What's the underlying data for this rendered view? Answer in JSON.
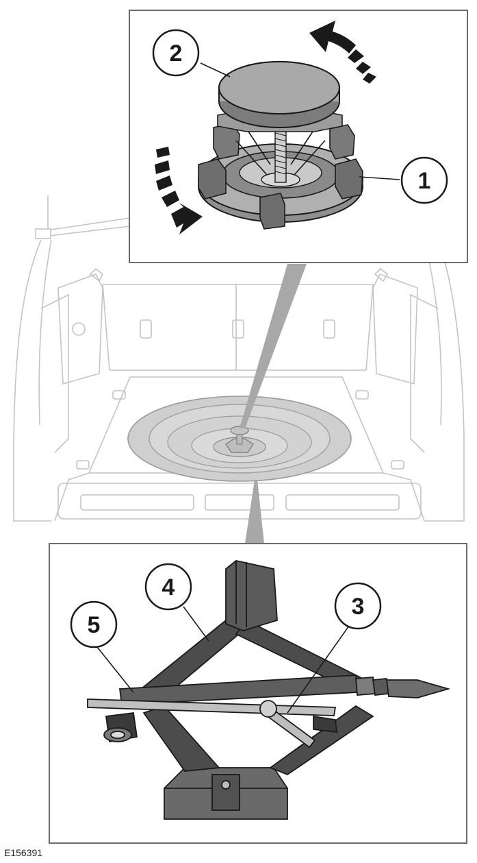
{
  "callouts": [
    {
      "id": "callout-1",
      "label": "1"
    },
    {
      "id": "callout-2",
      "label": "2"
    },
    {
      "id": "callout-3",
      "label": "3"
    },
    {
      "id": "callout-4",
      "label": "4"
    },
    {
      "id": "callout-5",
      "label": "5"
    }
  ],
  "figure_id": "E156391",
  "colors": {
    "line": "#1a1a1a",
    "ghost_line": "#bfbfbf",
    "panel_border": "#6b6b6b",
    "mid_gray": "#8a8a8a",
    "dark_gray": "#3c3c3c",
    "light_gray": "#c8c8c8"
  }
}
